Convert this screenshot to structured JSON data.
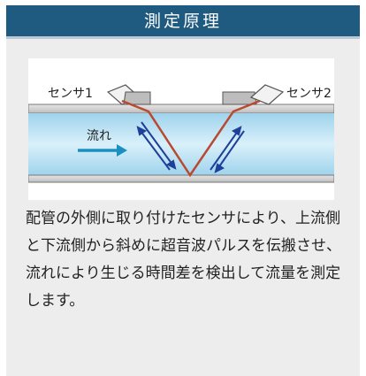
{
  "header": {
    "title": "測定原理"
  },
  "diagram": {
    "sensor1_label": "センサ1",
    "sensor2_label": "センサ2",
    "flow_label": "流れ",
    "colors": {
      "header_bg": "#1f5a80",
      "pipe_water": "#bfe3f4",
      "signal_path": "#b84a32",
      "wave_arrow": "#1e3f9a",
      "flow_arrow": "#1a8fc2"
    }
  },
  "description": {
    "text": "配管の外側に取り付けたセンサにより、上流側と下流側から斜めに超音波パルスを伝搬させ、流れにより生じる時間差を検出して流量を測定します。"
  }
}
